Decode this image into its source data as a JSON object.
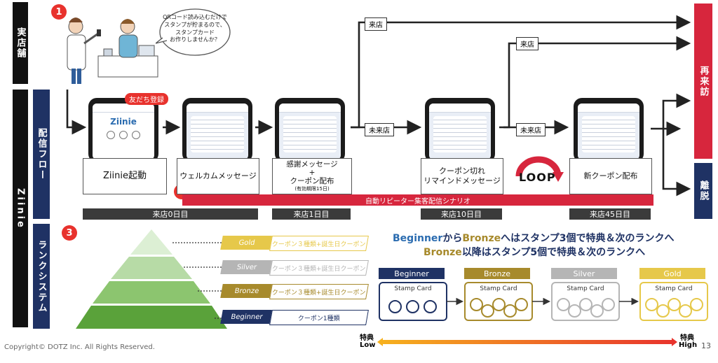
{
  "side": {
    "store": "実店舗",
    "ziinie": "Ziinie",
    "flow": "配信フロー",
    "rank": "ランクシステム",
    "revisit": "再来訪",
    "churn": "離脱"
  },
  "badges": [
    "1",
    "2",
    "3"
  ],
  "speech": "QRコード読み込むだけで\nスタンプが貯まるので、\nスタンプカード\nお作りしませんか？",
  "tag_friend": "友だち登録",
  "loop": "LOOP",
  "steps": [
    {
      "label": "Ziinie起動"
    },
    {
      "label": "ウェルカムメッセージ"
    },
    {
      "label": "感謝メッセージ\n+\nクーポン配布",
      "sub": "(有効期限15日)"
    },
    {
      "label": "クーポン切れ\nリマインドメッセージ"
    },
    {
      "label": "新クーポン配布"
    }
  ],
  "branch": {
    "visit1": "来店",
    "visit2": "来店",
    "novisit1": "未来店",
    "novisit2": "未来店"
  },
  "scenario": "自動リピーター集客配信シナリオ",
  "days": [
    "来店0日目",
    "来店1日目",
    "来店10日目",
    "来店45日目"
  ],
  "ranks": [
    {
      "name": "Gold",
      "coupon": "クーポン３種類+誕生日クーポン"
    },
    {
      "name": "Silver",
      "coupon": "クーポン３種類+誕生日クーポン"
    },
    {
      "name": "Bronze",
      "coupon": "クーポン３種類+誕生日クーポン"
    },
    {
      "name": "Beginner",
      "coupon": "クーポン1種類"
    }
  ],
  "rank_text": {
    "l1_a": "Beginner",
    "l1_b": "から",
    "l1_c": "Bronze",
    "l1_d": "へはスタンプ3個で特典＆次のランクへ",
    "l2_a": "Bronze",
    "l2_b": "以降はスタンプ5個で特典＆次のランクへ"
  },
  "cards": [
    {
      "name": "Beginner",
      "title": "Stamp Card",
      "color": "#1f3264"
    },
    {
      "name": "Bronze",
      "title": "Stamp Card",
      "color": "#a78a2c"
    },
    {
      "name": "Silver",
      "title": "Stamp Card",
      "color": "#b5b5b5"
    },
    {
      "name": "Gold",
      "title": "Stamp Card",
      "color": "#e6c84a"
    }
  ],
  "benefit": {
    "left_top": "特典",
    "left_bottom": "Low",
    "right_top": "特典",
    "right_bottom": "High"
  },
  "copyright": "Copyright© DOTZ Inc. All Rights Reserved.",
  "page": "13",
  "colors": {
    "red": "#e8322d",
    "navy": "#1f3264",
    "green": "#5aa23a",
    "crimson": "#d7263d"
  }
}
